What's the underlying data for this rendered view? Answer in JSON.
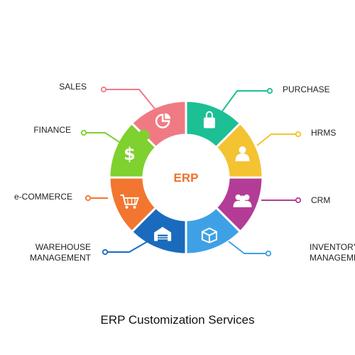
{
  "center_label": "ERP",
  "caption": "ERP Customization Services",
  "modules": [
    {
      "key": "sales",
      "lines": [
        "SALES"
      ],
      "color": "#f07a84",
      "icon": "pie-chart-icon"
    },
    {
      "key": "purchase",
      "lines": [
        "PURCHASE"
      ],
      "color": "#1dbf95",
      "icon": "shopping-bag-icon"
    },
    {
      "key": "hrms",
      "lines": [
        "HRMS"
      ],
      "color": "#f3c331",
      "icon": "person-icon"
    },
    {
      "key": "crm",
      "lines": [
        "CRM"
      ],
      "color": "#b33c96",
      "icon": "people-icon"
    },
    {
      "key": "inventory-management",
      "lines": [
        "INVENTORY",
        "MANAGEMENT"
      ],
      "color": "#3ea1e6",
      "icon": "box-icon"
    },
    {
      "key": "warehouse-management",
      "lines": [
        "WAREHOUSE",
        "MANAGEMENT"
      ],
      "color": "#1a6bbd",
      "icon": "warehouse-icon"
    },
    {
      "key": "e-commerce",
      "lines": [
        "e-COMMERCE"
      ],
      "color": "#f2762f",
      "icon": "shopping-cart-icon"
    },
    {
      "key": "finance",
      "lines": [
        "FINANCE"
      ],
      "color": "#7ed12e",
      "icon": "dollar-icon"
    }
  ]
}
